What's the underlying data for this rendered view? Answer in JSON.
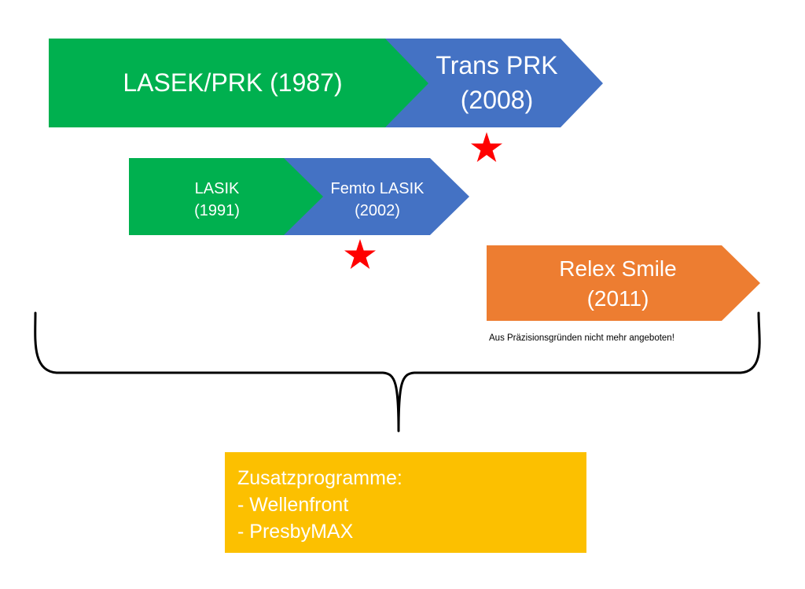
{
  "arrows": {
    "lasek": {
      "line1": "LASEK/PRK (1987)",
      "color": "#00b04f"
    },
    "trans_prk": {
      "line1": "Trans PRK",
      "line2": "(2008)",
      "color": "#4472c4"
    },
    "lasik": {
      "line1": "LASIK",
      "line2": "(1991)",
      "color": "#00b04f"
    },
    "femto_lasik": {
      "line1": "Femto LASIK",
      "line2": "(2002)",
      "color": "#4472c4"
    },
    "relex_smile": {
      "line1": "Relex Smile",
      "line2": "(2011)",
      "color": "#ed7d31"
    }
  },
  "note": "Aus Präzisionsgründen nicht mehr angeboten!",
  "zusatz": {
    "heading": "Zusatzprogramme:",
    "items": [
      "- Wellenfront",
      "- PresbyMAX"
    ],
    "color": "#fcc000"
  },
  "marker_icon": "red-star-icon",
  "marker_color": "#ff0000"
}
